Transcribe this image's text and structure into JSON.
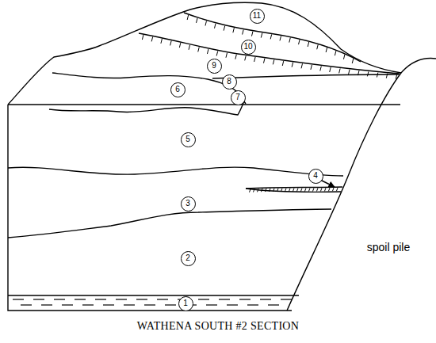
{
  "diagram": {
    "title": "WATHENA SOUTH #2 SECTION",
    "nodes": [
      {
        "text": [
          "1"
        ]
      },
      {
        "text": [
          "2"
        ]
      },
      {
        "text": [
          "3"
        ]
      },
      {
        "text": [
          "4"
        ]
      },
      {
        "text": [
          "5"
        ]
      },
      {
        "text": [
          "6"
        ]
      },
      {
        "text": [
          "7"
        ]
      },
      {
        "text": [
          "8"
        ]
      },
      {
        "text": [
          "9"
        ]
      },
      {
        "text": [
          "10"
        ]
      },
      {
        "text": [
          "11"
        ]
      }
    ],
    "labels": [
      "spoil pile"
    ]
  }
}
